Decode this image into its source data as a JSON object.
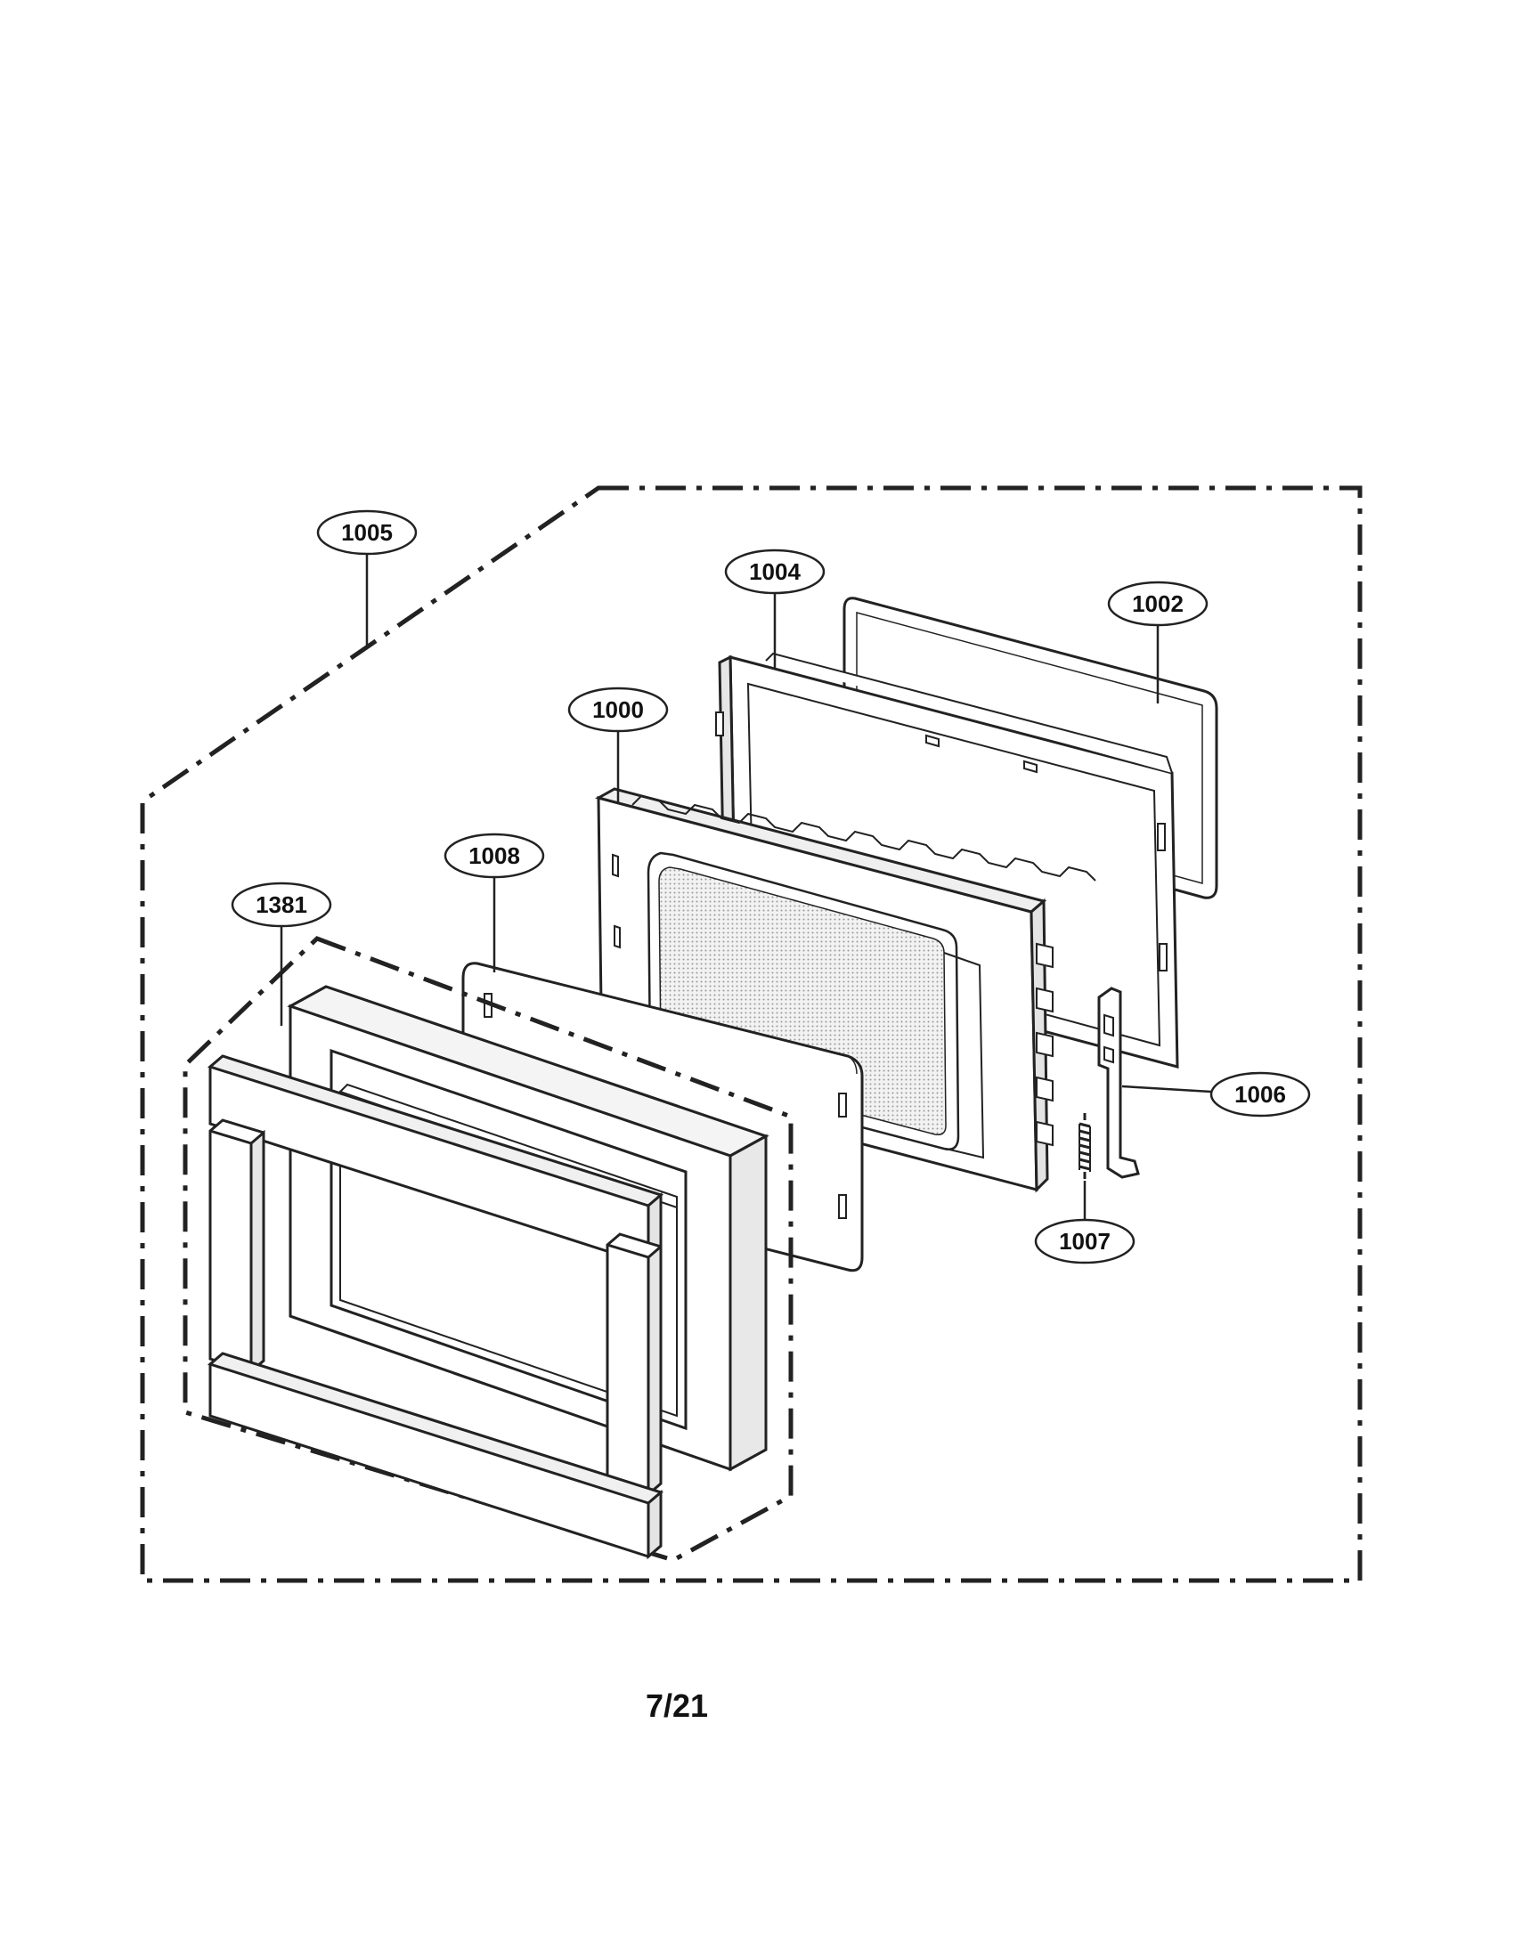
{
  "labels": [
    {
      "id": "1005",
      "text": "1005"
    },
    {
      "id": "1004",
      "text": "1004"
    },
    {
      "id": "1002",
      "text": "1002"
    },
    {
      "id": "1000",
      "text": "1000"
    },
    {
      "id": "1008",
      "text": "1008"
    },
    {
      "id": "1381",
      "text": "1381"
    },
    {
      "id": "1006",
      "text": "1006"
    },
    {
      "id": "1007",
      "text": "1007"
    }
  ],
  "page_number": "7/21"
}
